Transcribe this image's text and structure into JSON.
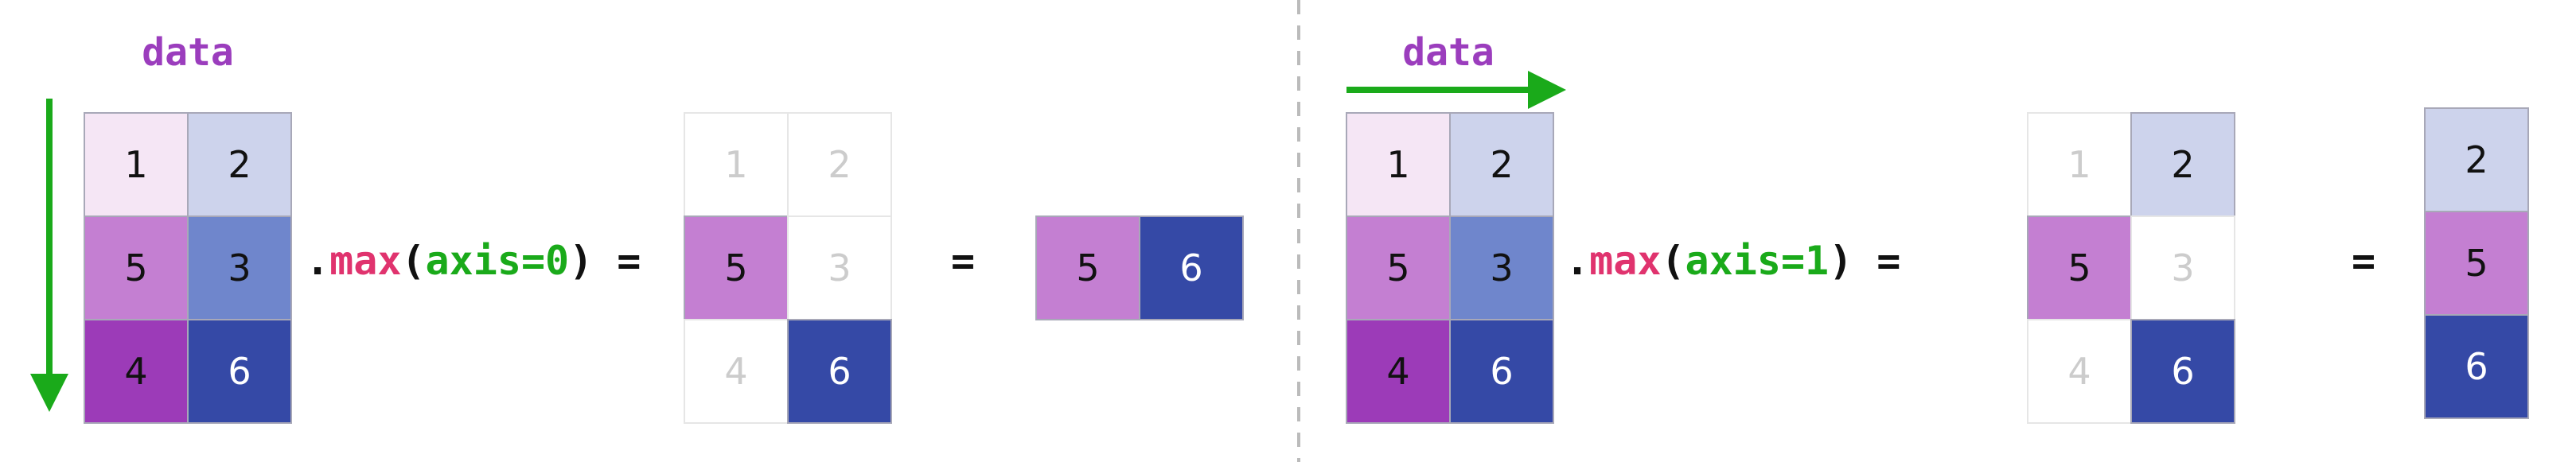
{
  "colors": {
    "purple_label": "#9b3dbd",
    "green": "#1aaa1a",
    "method": "#e0336e",
    "text_dark": "#111111",
    "text_faded": "#cccccc",
    "border": "#a8a8b8",
    "border_faded": "#e6e6e6",
    "divider": "#bbbbbb"
  },
  "value_colors": {
    "1": "#f5e6f5",
    "2": "#cdd3ec",
    "3": "#6f86cc",
    "4": "#9c3bb8",
    "5": "#c47fd2",
    "6": "#3549a6"
  },
  "value_text_colors": {
    "1": "#111111",
    "2": "#111111",
    "3": "#111111",
    "4": "#111111",
    "5": "#111111",
    "6": "#ffffff"
  },
  "panels": [
    {
      "id": "axis0",
      "data_label": "data",
      "arrow_direction": "down",
      "input_matrix": [
        [
          1,
          2
        ],
        [
          5,
          3
        ],
        [
          4,
          6
        ]
      ],
      "code": {
        "dot": ".",
        "method": "max",
        "open": "(",
        "param": "axis=0",
        "close": ")",
        "equals": "="
      },
      "mask_matrix": [
        [
          1,
          2
        ],
        [
          5,
          3
        ],
        [
          4,
          6
        ]
      ],
      "mask_highlight": [
        [
          false,
          false
        ],
        [
          true,
          false
        ],
        [
          false,
          true
        ]
      ],
      "equals": "=",
      "result": [
        [
          5,
          6
        ]
      ]
    },
    {
      "id": "axis1",
      "data_label": "data",
      "arrow_direction": "right",
      "input_matrix": [
        [
          1,
          2
        ],
        [
          5,
          3
        ],
        [
          4,
          6
        ]
      ],
      "code": {
        "dot": ".",
        "method": "max",
        "open": "(",
        "param": "axis=1",
        "close": ")",
        "equals": "="
      },
      "mask_matrix": [
        [
          1,
          2
        ],
        [
          5,
          3
        ],
        [
          4,
          6
        ]
      ],
      "mask_highlight": [
        [
          false,
          true
        ],
        [
          true,
          false
        ],
        [
          false,
          true
        ]
      ],
      "equals": "=",
      "result": [
        [
          2
        ],
        [
          5
        ],
        [
          6
        ]
      ]
    }
  ]
}
